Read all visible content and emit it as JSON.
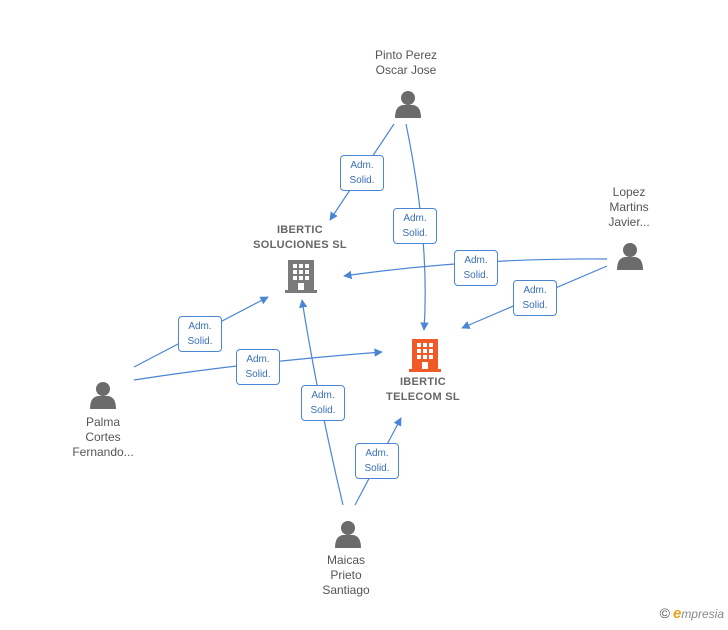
{
  "nodes": {
    "pinto": {
      "label": "Pinto Perez\nOscar Jose"
    },
    "lopez": {
      "label": "Lopez\nMartins\nJavier..."
    },
    "palma": {
      "label": "Palma\nCortes\nFernando..."
    },
    "maicas": {
      "label": "Maicas\nPrieto\nSantiago"
    },
    "ibertic_soluciones": {
      "label": "IBERTIC\nSOLUCIONES SL"
    },
    "ibertic_telecom": {
      "label": "IBERTIC\nTELECOM  SL"
    }
  },
  "edges": [
    {
      "id": "e1",
      "from": "Pinto Perez Oscar Jose",
      "to": "IBERTIC SOLUCIONES SL",
      "label": "Adm.\nSolid."
    },
    {
      "id": "e2",
      "from": "Pinto Perez Oscar Jose",
      "to": "IBERTIC TELECOM SL",
      "label": "Adm.\nSolid."
    },
    {
      "id": "e3",
      "from": "Lopez Martins Javier...",
      "to": "IBERTIC SOLUCIONES SL",
      "label": "Adm.\nSolid."
    },
    {
      "id": "e4",
      "from": "Lopez Martins Javier...",
      "to": "IBERTIC TELECOM SL",
      "label": "Adm.\nSolid."
    },
    {
      "id": "e5",
      "from": "Palma Cortes Fernando...",
      "to": "IBERTIC SOLUCIONES SL",
      "label": "Adm.\nSolid."
    },
    {
      "id": "e6",
      "from": "Palma Cortes Fernando...",
      "to": "IBERTIC TELECOM SL",
      "label": "Adm.\nSolid."
    },
    {
      "id": "e7",
      "from": "Maicas Prieto Santiago",
      "to": "IBERTIC SOLUCIONES SL",
      "label": "Adm.\nSolid."
    },
    {
      "id": "e8",
      "from": "Maicas Prieto Santiago",
      "to": "IBERTIC TELECOM SL",
      "label": "Adm.\nSolid."
    }
  ],
  "colors": {
    "edge": "#4a86d4",
    "person_icon": "#6b6b6b",
    "company_icon": "#7a7a7a",
    "highlight_company_icon": "#f05a28"
  },
  "footer": {
    "copyright": "©",
    "brand_e": "e",
    "brand_rest": "mpresia"
  }
}
